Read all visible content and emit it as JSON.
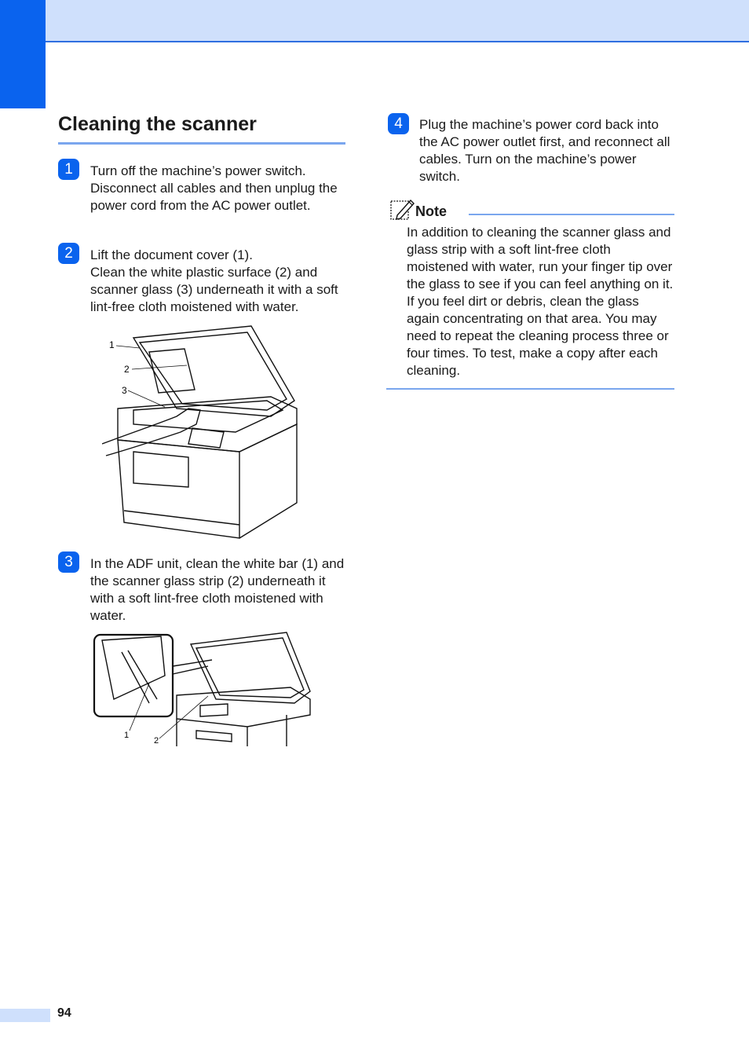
{
  "header": {
    "accent_color": "#0a63ee",
    "band_color": "#cfe0fc"
  },
  "section": {
    "title": "Cleaning the scanner"
  },
  "steps": [
    {
      "badge": "1",
      "lines": [
        "Turn off the machine’s power switch. Disconnect all cables and then unplug the power cord from the AC power outlet."
      ]
    },
    {
      "badge": "2",
      "lines": [
        "Lift the document cover (1).",
        "Clean the white plastic surface (2) and scanner glass (3) underneath it with a soft lint-free cloth moistened with water."
      ]
    },
    {
      "badge": "3",
      "lines": [
        "In the ADF unit, clean the white bar (1) and the scanner glass strip (2) underneath it with a soft lint-free cloth moistened with water."
      ]
    },
    {
      "badge": "4",
      "lines": [
        "Plug the machine’s power cord back into the AC power outlet first, and reconnect all cables. Turn on the machine’s power switch."
      ]
    }
  ],
  "figure1": {
    "callouts": [
      "1",
      "2",
      "3"
    ]
  },
  "figure2": {
    "callouts": [
      "1",
      "2"
    ]
  },
  "note": {
    "title": "Note",
    "icon": "note-pencil-icon",
    "body": "In addition to cleaning the scanner glass and glass strip with a soft lint-free cloth moistened with water, run your finger tip over the glass to see if you can feel anything on it. If you feel dirt or debris, clean the glass again concentrating on that area. You may need to repeat the cleaning process three or four times. To test, make a copy after each cleaning."
  },
  "footer": {
    "page_number": "94"
  }
}
